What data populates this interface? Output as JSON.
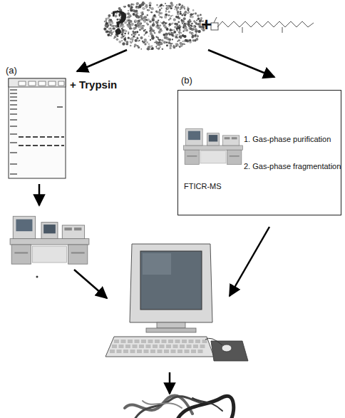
{
  "diagram": {
    "nodes": [
      {
        "text": [
          "(b)",
          "1. Gas-phase purification",
          "2. Gas-phase fragmentation",
          "FTICR-MS"
        ]
      }
    ],
    "labels": [
      "?",
      "+",
      "(a)",
      "+ Trypsin"
    ]
  }
}
